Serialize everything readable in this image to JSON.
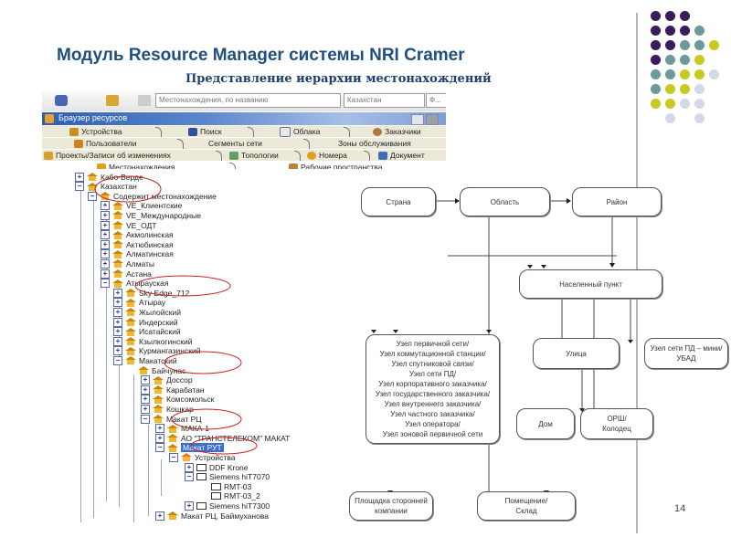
{
  "slide": {
    "title": "Модуль Resource Manager системы NRI Cramer",
    "subtitle": "Представление иерархии местонахождений",
    "page_number": "14",
    "decor_dot_colors": {
      "purple": "#3a1a5e",
      "teal": "#6a9a9a",
      "yellow": "#c8c81e",
      "lavender": "#d6d8ea"
    }
  },
  "app": {
    "toolbar": {
      "field1": "Местонахождения, по названию",
      "field2": "Казахстан",
      "field3": "Ф..."
    },
    "window_title": "Браузер ресурсов",
    "tabs_row1": [
      "Устройства",
      "Поиск",
      "Облака",
      "Заказчики"
    ],
    "tabs_row2": [
      "Пользователи",
      "Сегменты сети",
      "Зоны обслуживания"
    ],
    "tabs_row3": [
      "Проекты/Записи об изменениях",
      "Топологии",
      "Номера",
      "Документ"
    ],
    "tabs_row4": [
      "Местонахождения",
      "Рабочие пространства"
    ],
    "active_tab": "Местонахождения",
    "tree": [
      {
        "label": "Кабо-Верде",
        "state": "collapsed",
        "icon": "house-icon"
      },
      {
        "label": "Казахстан",
        "state": "expanded",
        "icon": "house-icon",
        "circled": true
      },
      {
        "label": "Содержит местонахождение",
        "state": "expanded",
        "icon": "house-icon"
      },
      {
        "label": "VE_Клиентские",
        "state": "collapsed",
        "icon": "house-icon"
      },
      {
        "label": "VE_Международные",
        "state": "collapsed",
        "icon": "house-icon"
      },
      {
        "label": "VE_ОДТ",
        "state": "collapsed",
        "icon": "house-icon"
      },
      {
        "label": "Акмолинская",
        "state": "collapsed",
        "icon": "house-icon"
      },
      {
        "label": "Актюбинская",
        "state": "collapsed",
        "icon": "house-icon"
      },
      {
        "label": "Алматинская",
        "state": "collapsed",
        "icon": "house-icon"
      },
      {
        "label": "Алматы",
        "state": "collapsed",
        "icon": "house-icon"
      },
      {
        "label": "Астана",
        "state": "collapsed",
        "icon": "house-icon"
      },
      {
        "label": "Атырауская",
        "state": "expanded",
        "icon": "house-icon",
        "circled": true
      },
      {
        "label": "Sky Edge_712",
        "state": "collapsed",
        "icon": "house-icon"
      },
      {
        "label": "Атырау",
        "state": "collapsed",
        "icon": "house-icon"
      },
      {
        "label": "Жылойский",
        "state": "collapsed",
        "icon": "house-icon"
      },
      {
        "label": "Индерский",
        "state": "collapsed",
        "icon": "house-icon"
      },
      {
        "label": "Исатайский",
        "state": "collapsed",
        "icon": "house-icon"
      },
      {
        "label": "Кзылкогинский",
        "state": "collapsed",
        "icon": "house-icon"
      },
      {
        "label": "Курмангазинский",
        "state": "collapsed",
        "icon": "house-icon"
      },
      {
        "label": "Макатский",
        "state": "expanded",
        "icon": "house-icon",
        "circled": true
      },
      {
        "label": "Байчунас",
        "state": "leaf",
        "icon": "house-icon"
      },
      {
        "label": "Доссор",
        "state": "collapsed",
        "icon": "house-icon"
      },
      {
        "label": "Карабатан",
        "state": "collapsed",
        "icon": "house-icon"
      },
      {
        "label": "Комсомольск",
        "state": "collapsed",
        "icon": "house-icon"
      },
      {
        "label": "Кошкар",
        "state": "collapsed",
        "icon": "house-icon"
      },
      {
        "label": "Макат РЦ",
        "state": "expanded",
        "icon": "house-icon",
        "circled": true
      },
      {
        "label": "МАКА-1",
        "state": "collapsed",
        "icon": "house-icon"
      },
      {
        "label": "АО \"ТРАНСТЕЛЕКОМ\" МАКАТ",
        "state": "collapsed",
        "icon": "house-icon"
      },
      {
        "label": "Макат РУТ",
        "state": "expanded",
        "icon": "house-icon",
        "selected": true,
        "circled": true
      },
      {
        "label": "Устройства",
        "state": "expanded",
        "icon": "folder-icon"
      },
      {
        "label": "DDF Krone",
        "state": "collapsed",
        "icon": "device-icon"
      },
      {
        "label": "Siemens hiT7070",
        "state": "expanded",
        "icon": "device-icon"
      },
      {
        "label": "RMT-03",
        "state": "leaf",
        "icon": "device-icon"
      },
      {
        "label": "RMT-03_2",
        "state": "leaf",
        "icon": "device-icon"
      },
      {
        "label": "Siemens hiT7300",
        "state": "collapsed",
        "icon": "device-icon"
      },
      {
        "label": "Макат РЦ, Баймуханова",
        "state": "collapsed",
        "icon": "house-icon"
      }
    ]
  },
  "diagram": {
    "nodes": {
      "country": "Страна",
      "region": "Область",
      "district": "Район",
      "settlement": "Населенный пункт",
      "network_node": [
        "Узел первичной сети/",
        "Узел коммутационной станции/",
        "Узел спутниковой связи/",
        "Узел сети ПД/",
        "Узел корпоративного заказчика/",
        "Узел государственного заказчика/",
        "Узел внутреннего заказчика/",
        "Узел частного заказчика/",
        "Узел оператора/",
        "Узел зоновой первичной сети"
      ],
      "street": "Улица",
      "pd_node": [
        "Узел сети ПД – мини/",
        "УБАД"
      ],
      "house": "Дом",
      "manhole": [
        "ОРШ/",
        "Колодец"
      ],
      "third_party_site": [
        "Площадка сторонней",
        "компании"
      ],
      "room": [
        "Помещение/",
        "Склад"
      ]
    }
  }
}
